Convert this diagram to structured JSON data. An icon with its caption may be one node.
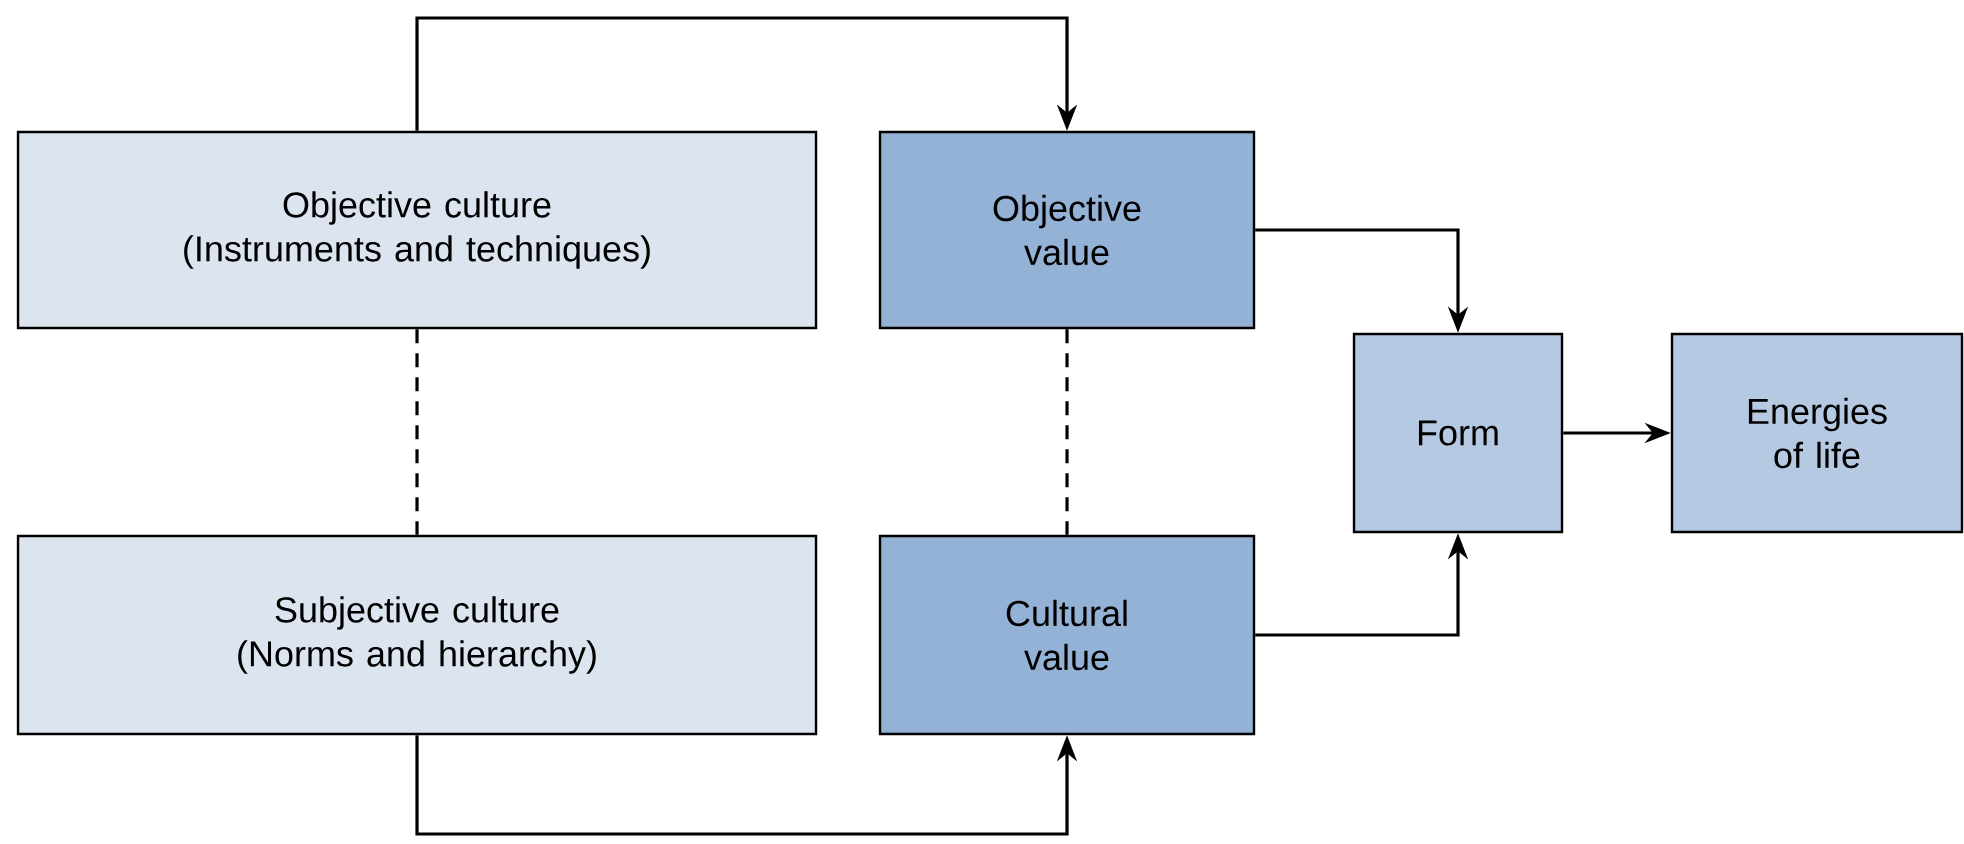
{
  "diagram": {
    "nodes": [
      {
        "text": [
          "Objective culture",
          "(Instruments and techniques)"
        ]
      },
      {
        "text": [
          "Objective value"
        ]
      },
      {
        "text": [
          "Subjective culture",
          "(Norms and hierarchy)"
        ]
      },
      {
        "text": [
          "Cultural value"
        ]
      },
      {
        "text": [
          "Form"
        ]
      },
      {
        "text": [
          "Energies of life"
        ]
      }
    ],
    "edges": [
      {
        "from": 0,
        "to": 1,
        "arrow": "to"
      },
      {
        "from": 0,
        "to": 2,
        "arrow": "none",
        "style": "dashed"
      },
      {
        "from": 1,
        "to": 3,
        "arrow": "none",
        "style": "dashed"
      },
      {
        "from": 1,
        "to": 4,
        "arrow": "to"
      },
      {
        "from": 3,
        "to": 4,
        "arrow": "to"
      },
      {
        "from": 2,
        "to": 3,
        "arrow": "to"
      },
      {
        "from": 4,
        "to": 5,
        "arrow": "to"
      }
    ]
  }
}
